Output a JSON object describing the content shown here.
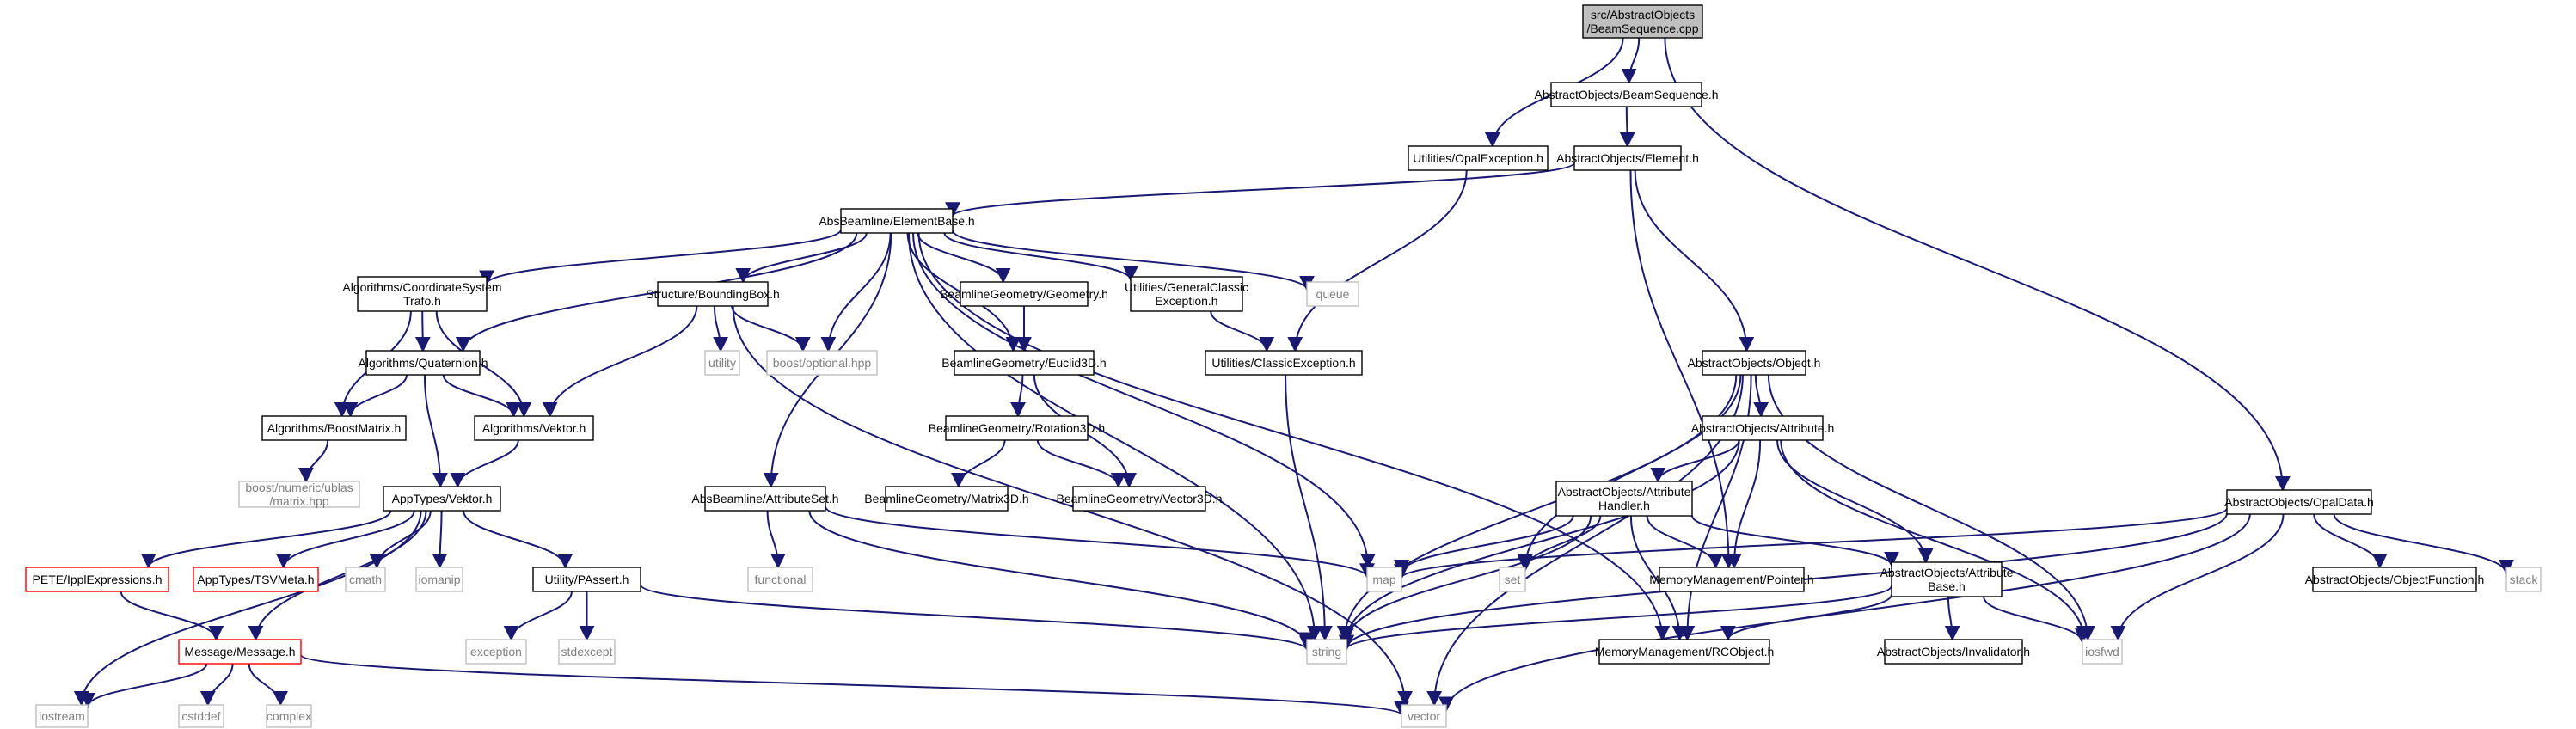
{
  "graph": {
    "nodes": [
      {
        "id": "n_beamseq_cpp",
        "kind": "root",
        "label": [
          "src/AbstractObjects",
          "/BeamSequence.cpp"
        ]
      },
      {
        "id": "n_beamseq_h",
        "kind": "project",
        "label": [
          "AbstractObjects/BeamSequence.h"
        ]
      },
      {
        "id": "n_opalexception",
        "kind": "project",
        "label": [
          "Utilities/OpalException.h"
        ]
      },
      {
        "id": "n_element",
        "kind": "project",
        "label": [
          "AbstractObjects/Element.h"
        ]
      },
      {
        "id": "n_opaldata",
        "kind": "project",
        "label": [
          "AbstractObjects/OpalData.h"
        ]
      },
      {
        "id": "n_elementbase",
        "kind": "project",
        "label": [
          "AbsBeamline/ElementBase.h"
        ]
      },
      {
        "id": "n_coordsys",
        "kind": "project",
        "label": [
          "Algorithms/CoordinateSystem",
          "Trafo.h"
        ]
      },
      {
        "id": "n_boundingbox",
        "kind": "project",
        "label": [
          "Structure/BoundingBox.h"
        ]
      },
      {
        "id": "n_geometry",
        "kind": "project",
        "label": [
          "BeamlineGeometry/Geometry.h"
        ]
      },
      {
        "id": "n_genclassicexc",
        "kind": "project",
        "label": [
          "Utilities/GeneralClassic",
          "Exception.h"
        ]
      },
      {
        "id": "n_queue",
        "kind": "system",
        "label": [
          "queue"
        ]
      },
      {
        "id": "n_quaternion",
        "kind": "project",
        "label": [
          "Algorithms/Quaternion.h"
        ]
      },
      {
        "id": "n_utility",
        "kind": "system",
        "label": [
          "utility"
        ]
      },
      {
        "id": "n_optional",
        "kind": "system",
        "label": [
          "boost/optional.hpp"
        ]
      },
      {
        "id": "n_euclid3d",
        "kind": "project",
        "label": [
          "BeamlineGeometry/Euclid3D.h"
        ]
      },
      {
        "id": "n_classicexc",
        "kind": "project",
        "label": [
          "Utilities/ClassicException.h"
        ]
      },
      {
        "id": "n_object",
        "kind": "project",
        "label": [
          "AbstractObjects/Object.h"
        ]
      },
      {
        "id": "n_boostmatrix",
        "kind": "project",
        "label": [
          "Algorithms/BoostMatrix.h"
        ]
      },
      {
        "id": "n_algvektor",
        "kind": "project",
        "label": [
          "Algorithms/Vektor.h"
        ]
      },
      {
        "id": "n_rotation3d",
        "kind": "project",
        "label": [
          "BeamlineGeometry/Rotation3D.h"
        ]
      },
      {
        "id": "n_attribute",
        "kind": "project",
        "label": [
          "AbstractObjects/Attribute.h"
        ]
      },
      {
        "id": "n_ublas",
        "kind": "system",
        "label": [
          "boost/numeric/ublas",
          "/matrix.hpp"
        ]
      },
      {
        "id": "n_appvektor",
        "kind": "project",
        "label": [
          "AppTypes/Vektor.h"
        ]
      },
      {
        "id": "n_attributeset",
        "kind": "project",
        "label": [
          "AbsBeamline/AttributeSet.h"
        ]
      },
      {
        "id": "n_matrix3d",
        "kind": "project",
        "label": [
          "BeamlineGeometry/Matrix3D.h"
        ]
      },
      {
        "id": "n_vector3d",
        "kind": "project",
        "label": [
          "BeamlineGeometry/Vector3D.h"
        ]
      },
      {
        "id": "n_attrhandler",
        "kind": "project",
        "label": [
          "AbstractObjects/Attribute",
          "Handler.h"
        ]
      },
      {
        "id": "n_functional",
        "kind": "system",
        "label": [
          "functional"
        ]
      },
      {
        "id": "n_map",
        "kind": "system",
        "label": [
          "map"
        ]
      },
      {
        "id": "n_set",
        "kind": "system",
        "label": [
          "set"
        ]
      },
      {
        "id": "n_pointer",
        "kind": "project",
        "label": [
          "MemoryManagement/Pointer.h"
        ]
      },
      {
        "id": "n_attrbase",
        "kind": "project",
        "label": [
          "AbstractObjects/Attribute",
          "Base.h"
        ]
      },
      {
        "id": "n_objfunction",
        "kind": "project",
        "label": [
          "AbstractObjects/ObjectFunction.h"
        ]
      },
      {
        "id": "n_stack",
        "kind": "system",
        "label": [
          "stack"
        ]
      },
      {
        "id": "n_pete",
        "kind": "truncated",
        "label": [
          "PETE/IpplExpressions.h"
        ]
      },
      {
        "id": "n_tsvmeta",
        "kind": "truncated",
        "label": [
          "AppTypes/TSVMeta.h"
        ]
      },
      {
        "id": "n_cmath",
        "kind": "system",
        "label": [
          "cmath"
        ]
      },
      {
        "id": "n_iomanip",
        "kind": "system",
        "label": [
          "iomanip"
        ]
      },
      {
        "id": "n_passert",
        "kind": "project",
        "label": [
          "Utility/PAssert.h"
        ]
      },
      {
        "id": "n_message",
        "kind": "truncated",
        "label": [
          "Message/Message.h"
        ]
      },
      {
        "id": "n_exception",
        "kind": "system",
        "label": [
          "exception"
        ]
      },
      {
        "id": "n_stdexcept",
        "kind": "system",
        "label": [
          "stdexcept"
        ]
      },
      {
        "id": "n_string",
        "kind": "system",
        "label": [
          "string"
        ]
      },
      {
        "id": "n_rcobject",
        "kind": "project",
        "label": [
          "MemoryManagement/RCObject.h"
        ]
      },
      {
        "id": "n_invalidator",
        "kind": "project",
        "label": [
          "AbstractObjects/Invalidator.h"
        ]
      },
      {
        "id": "n_iosfwd",
        "kind": "system",
        "label": [
          "iosfwd"
        ]
      },
      {
        "id": "n_iostream",
        "kind": "system",
        "label": [
          "iostream"
        ]
      },
      {
        "id": "n_cstddef",
        "kind": "system",
        "label": [
          "cstddef"
        ]
      },
      {
        "id": "n_complex",
        "kind": "system",
        "label": [
          "complex"
        ]
      },
      {
        "id": "n_vector",
        "kind": "system",
        "label": [
          "vector"
        ]
      }
    ],
    "edges": [
      [
        "n_beamseq_cpp",
        "n_beamseq_h"
      ],
      [
        "n_beamseq_cpp",
        "n_opalexception"
      ],
      [
        "n_beamseq_cpp",
        "n_opaldata"
      ],
      [
        "n_beamseq_h",
        "n_element"
      ],
      [
        "n_element",
        "n_elementbase"
      ],
      [
        "n_element",
        "n_object"
      ],
      [
        "n_element",
        "n_pointer"
      ],
      [
        "n_opalexception",
        "n_classicexc"
      ],
      [
        "n_elementbase",
        "n_coordsys"
      ],
      [
        "n_elementbase",
        "n_quaternion"
      ],
      [
        "n_elementbase",
        "n_boundingbox"
      ],
      [
        "n_elementbase",
        "n_optional"
      ],
      [
        "n_elementbase",
        "n_geometry"
      ],
      [
        "n_elementbase",
        "n_euclid3d"
      ],
      [
        "n_elementbase",
        "n_genclassicexc"
      ],
      [
        "n_elementbase",
        "n_queue"
      ],
      [
        "n_elementbase",
        "n_attributeset"
      ],
      [
        "n_elementbase",
        "n_string"
      ],
      [
        "n_elementbase",
        "n_map"
      ],
      [
        "n_elementbase",
        "n_rcobject"
      ],
      [
        "n_coordsys",
        "n_quaternion"
      ],
      [
        "n_coordsys",
        "n_boostmatrix"
      ],
      [
        "n_coordsys",
        "n_algvektor"
      ],
      [
        "n_boundingbox",
        "n_utility"
      ],
      [
        "n_boundingbox",
        "n_optional"
      ],
      [
        "n_boundingbox",
        "n_algvektor"
      ],
      [
        "n_boundingbox",
        "n_vector"
      ],
      [
        "n_geometry",
        "n_euclid3d"
      ],
      [
        "n_genclassicexc",
        "n_classicexc"
      ],
      [
        "n_quaternion",
        "n_boostmatrix"
      ],
      [
        "n_quaternion",
        "n_algvektor"
      ],
      [
        "n_quaternion",
        "n_appvektor"
      ],
      [
        "n_euclid3d",
        "n_rotation3d"
      ],
      [
        "n_euclid3d",
        "n_vector3d"
      ],
      [
        "n_classicexc",
        "n_string"
      ],
      [
        "n_boostmatrix",
        "n_ublas"
      ],
      [
        "n_algvektor",
        "n_appvektor"
      ],
      [
        "n_rotation3d",
        "n_matrix3d"
      ],
      [
        "n_rotation3d",
        "n_vector3d"
      ],
      [
        "n_appvektor",
        "n_iostream"
      ],
      [
        "n_appvektor",
        "n_pete"
      ],
      [
        "n_appvektor",
        "n_tsvmeta"
      ],
      [
        "n_appvektor",
        "n_cmath"
      ],
      [
        "n_appvektor",
        "n_iomanip"
      ],
      [
        "n_appvektor",
        "n_passert"
      ],
      [
        "n_appvektor",
        "n_message"
      ],
      [
        "n_attributeset",
        "n_functional"
      ],
      [
        "n_attributeset",
        "n_string"
      ],
      [
        "n_attributeset",
        "n_map"
      ],
      [
        "n_passert",
        "n_exception"
      ],
      [
        "n_passert",
        "n_stdexcept"
      ],
      [
        "n_passert",
        "n_string"
      ],
      [
        "n_pete",
        "n_message"
      ],
      [
        "n_message",
        "n_iostream"
      ],
      [
        "n_message",
        "n_cstddef"
      ],
      [
        "n_message",
        "n_complex"
      ],
      [
        "n_message",
        "n_vector"
      ],
      [
        "n_object",
        "n_attribute"
      ],
      [
        "n_object",
        "n_string"
      ],
      [
        "n_object",
        "n_set"
      ],
      [
        "n_object",
        "n_rcobject"
      ],
      [
        "n_object",
        "n_iosfwd"
      ],
      [
        "n_object",
        "n_vector"
      ],
      [
        "n_attribute",
        "n_attrhandler"
      ],
      [
        "n_attribute",
        "n_string"
      ],
      [
        "n_attribute",
        "n_pointer"
      ],
      [
        "n_attribute",
        "n_attrbase"
      ],
      [
        "n_attribute",
        "n_iosfwd"
      ],
      [
        "n_attrhandler",
        "n_map"
      ],
      [
        "n_attrhandler",
        "n_set"
      ],
      [
        "n_attrhandler",
        "n_string"
      ],
      [
        "n_attrhandler",
        "n_pointer"
      ],
      [
        "n_attrhandler",
        "n_rcobject"
      ],
      [
        "n_attrhandler",
        "n_attrbase"
      ],
      [
        "n_attrbase",
        "n_string"
      ],
      [
        "n_attrbase",
        "n_rcobject"
      ],
      [
        "n_attrbase",
        "n_invalidator"
      ],
      [
        "n_attrbase",
        "n_iosfwd"
      ],
      [
        "n_opaldata",
        "n_map"
      ],
      [
        "n_opaldata",
        "n_string"
      ],
      [
        "n_opaldata",
        "n_objfunction"
      ],
      [
        "n_opaldata",
        "n_stack"
      ],
      [
        "n_opaldata",
        "n_iosfwd"
      ],
      [
        "n_opaldata",
        "n_vector"
      ]
    ]
  },
  "colors": {
    "edge": "#191970",
    "root_fill": "#bfbfbf",
    "project_border": "#000000",
    "system_border": "#bfbfbf",
    "system_text": "#7f7f7f",
    "truncated_border": "#ff0000"
  }
}
